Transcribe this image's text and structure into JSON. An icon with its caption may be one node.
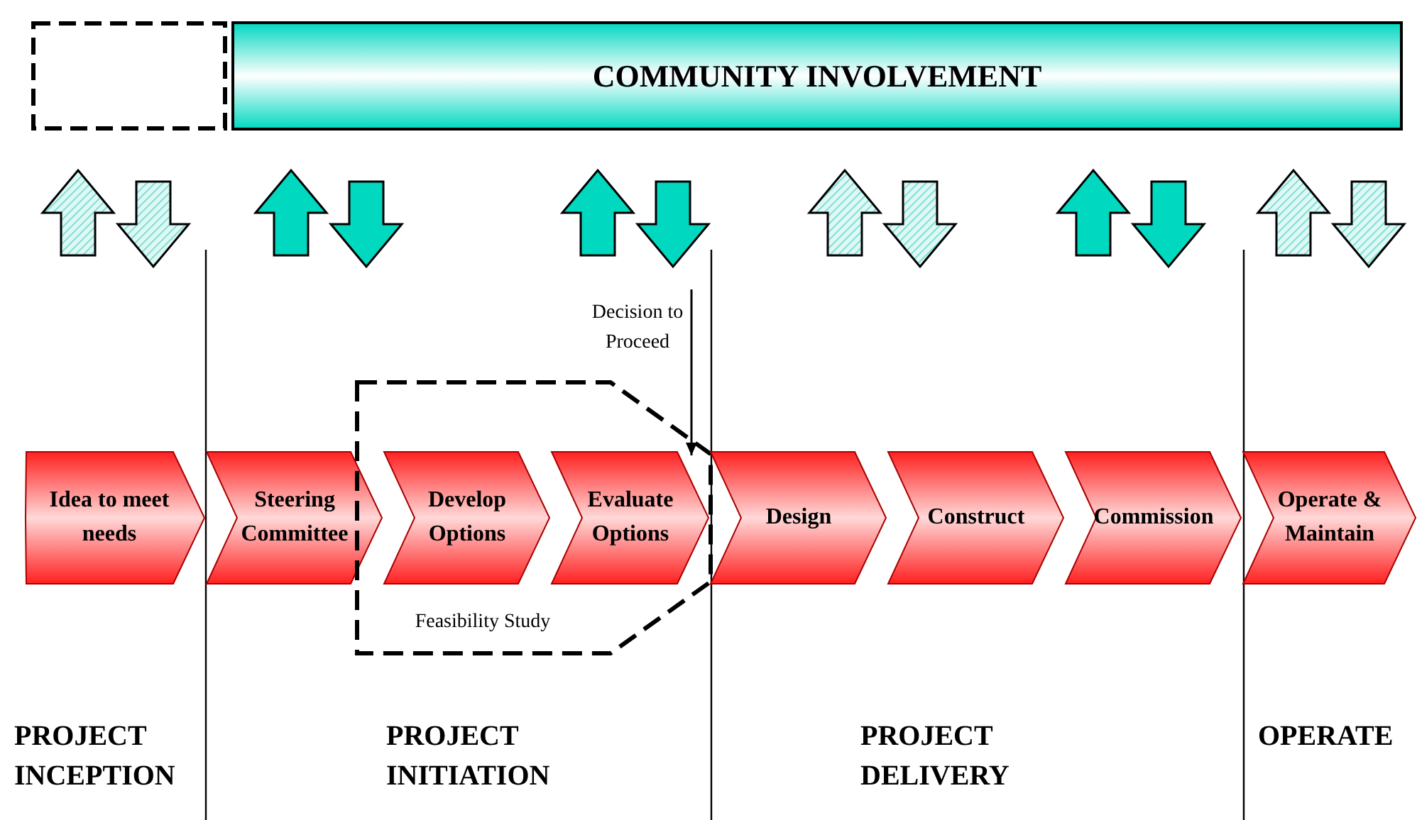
{
  "diagram": {
    "nodes": [
      {
        "text": [],
        "shape": "box"
      },
      {
        "text": [
          "COMMUNITY INVOLVEMENT"
        ]
      },
      {
        "text": [
          "Idea to meet needs"
        ]
      },
      {
        "text": [
          "Steering Committee"
        ]
      },
      {
        "text": [
          "Feasibility Study"
        ]
      },
      {
        "text": [
          "Develop Options"
        ],
        "in": 4
      },
      {
        "text": [
          "Evaluate Options"
        ],
        "in": 4
      },
      {
        "text": [
          "Design"
        ]
      },
      {
        "text": [
          "Construct"
        ]
      },
      {
        "text": [
          "Commission"
        ]
      },
      {
        "text": [
          "Operate & Maintain"
        ]
      },
      {
        "text": [
          "Decision to Proceed"
        ]
      }
    ],
    "edges": [
      {
        "from": 11,
        "to": 6,
        "arrow": "to"
      }
    ],
    "labels": [
      "PROJECT INCEPTION",
      "PROJECT INITIATION",
      "PROJECT DELIVERY",
      "OPERATE"
    ]
  }
}
